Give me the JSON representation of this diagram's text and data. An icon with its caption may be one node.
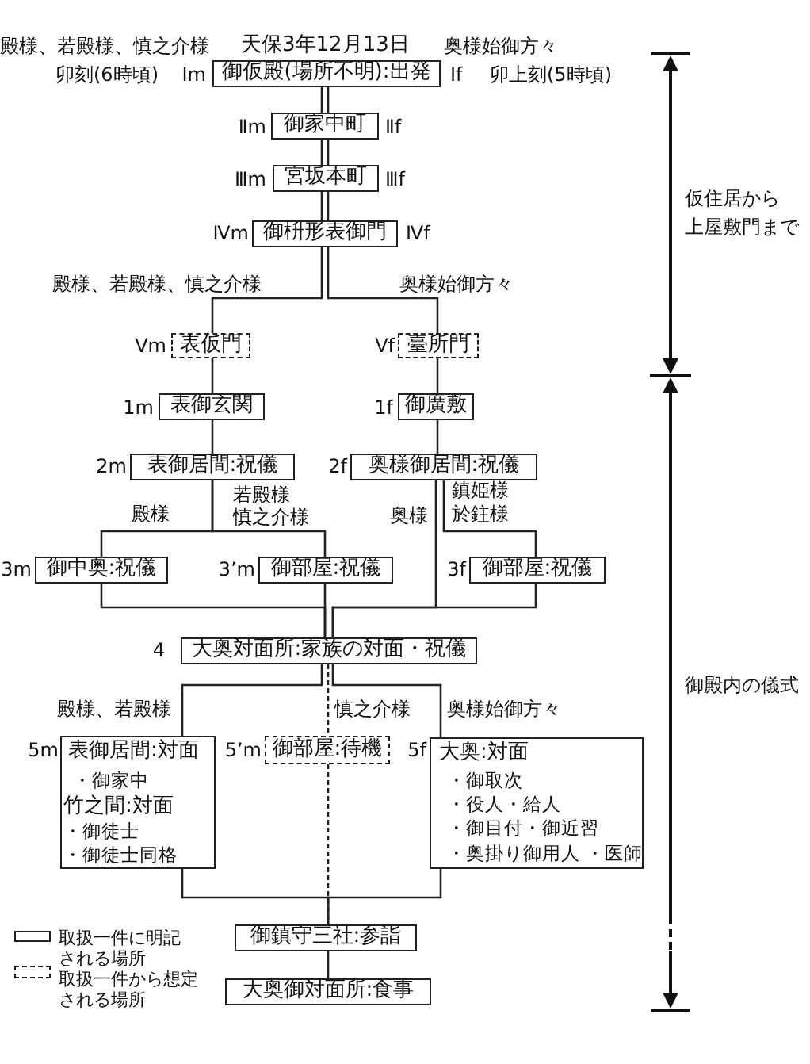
{
  "diagram": {
    "nodes": [
      {
        "text": [
          "御仮殿(場所不明):出発"
        ],
        "beside": [
          "卯刻(6時頃)",
          "Ⅰm",
          "Ⅰf",
          "卯上刻(5時頃)"
        ]
      },
      {
        "text": [
          "御家中町"
        ],
        "beside": [
          "Ⅱm",
          "Ⅱf"
        ]
      },
      {
        "text": [
          "宮坂本町"
        ],
        "beside": [
          "Ⅲm",
          "Ⅲf"
        ]
      },
      {
        "text": [
          "御枡形表御門"
        ],
        "beside": [
          "Ⅳm",
          "Ⅳf"
        ]
      },
      {
        "text": [
          "表仮門"
        ],
        "beside": [
          "Ⅴm"
        ]
      },
      {
        "text": [
          "臺所門"
        ],
        "beside": [
          "Ⅴf"
        ]
      },
      {
        "text": [
          "表御玄関"
        ],
        "beside": [
          "1m"
        ]
      },
      {
        "text": [
          "御廣敷"
        ],
        "beside": [
          "1f"
        ]
      },
      {
        "text": [
          "表御居間:祝儀"
        ],
        "beside": [
          "2m"
        ]
      },
      {
        "text": [
          "奥様御居間:祝儀"
        ],
        "beside": [
          "2f"
        ]
      },
      {
        "text": [
          "御中奥:祝儀"
        ],
        "beside": [
          "3m"
        ]
      },
      {
        "text": [
          "御部屋:祝儀"
        ],
        "beside": [
          "3’m"
        ]
      },
      {
        "text": [
          "御部屋:祝儀"
        ],
        "beside": [
          "3f"
        ]
      },
      {
        "text": [
          "大奥対面所:家族の対面・祝儀"
        ],
        "beside": [
          "4"
        ]
      },
      {
        "text": [
          "表御居間:対面",
          "・御家中",
          "竹之間:対面",
          "・御徒士",
          "・御徒士同格"
        ],
        "beside": [
          "5m"
        ]
      },
      {
        "text": [
          "御部屋:待機"
        ],
        "beside": [
          "5’m"
        ]
      },
      {
        "text": [
          "大奥:対面",
          "・御取次",
          "・役人・給人",
          "・御目付・御近習",
          "・奥掛り御用人 ・医師"
        ],
        "beside": [
          "5f"
        ]
      },
      {
        "text": [
          "御鎮守三社:参詣"
        ]
      },
      {
        "text": [
          "大奥御対面所:食事"
        ]
      }
    ],
    "edges": [
      {
        "from": 0,
        "to": 1,
        "arrow": "none"
      },
      {
        "from": 0,
        "to": 1,
        "arrow": "none"
      },
      {
        "from": 1,
        "to": 2,
        "arrow": "none"
      },
      {
        "from": 1,
        "to": 2,
        "arrow": "none"
      },
      {
        "from": 2,
        "to": 3,
        "arrow": "none"
      },
      {
        "from": 2,
        "to": 3,
        "arrow": "none"
      },
      {
        "from": 3,
        "to": 4,
        "arrow": "none",
        "label": "殿様、若殿様、慎之介様"
      },
      {
        "from": 3,
        "to": 5,
        "arrow": "none",
        "label": "奥様始御方々"
      },
      {
        "from": 4,
        "to": 6,
        "arrow": "none"
      },
      {
        "from": 5,
        "to": 7,
        "arrow": "none"
      },
      {
        "from": 6,
        "to": 8,
        "arrow": "none"
      },
      {
        "from": 7,
        "to": 9,
        "arrow": "none"
      },
      {
        "from": 8,
        "to": 10,
        "arrow": "none",
        "label": "殿様"
      },
      {
        "from": 8,
        "to": 11,
        "arrow": "none",
        "label": "若殿様慎之介様"
      },
      {
        "from": 9,
        "to": 13,
        "arrow": "none",
        "label": "奥様"
      },
      {
        "from": 9,
        "to": 12,
        "arrow": "none",
        "label": "鎮姫様於鉒様"
      },
      {
        "from": 10,
        "to": 13,
        "arrow": "none"
      },
      {
        "from": 11,
        "to": 13,
        "arrow": "none"
      },
      {
        "from": 12,
        "to": 13,
        "arrow": "none"
      },
      {
        "from": 13,
        "to": 14,
        "arrow": "none",
        "label": "殿様、若殿様"
      },
      {
        "from": 13,
        "to": 15,
        "arrow": "none",
        "label": "慎之介様",
        "style": "dashed"
      },
      {
        "from": 13,
        "to": 16,
        "arrow": "none",
        "label": "奥様始御方々"
      },
      {
        "from": 14,
        "to": 17,
        "arrow": "none"
      },
      {
        "from": 15,
        "to": 17,
        "arrow": "none",
        "style": "dashed"
      },
      {
        "from": 16,
        "to": 17,
        "arrow": "none"
      },
      {
        "from": 17,
        "to": 18,
        "arrow": "none"
      }
    ],
    "labels": [
      "殿様、若殿様、慎之介様",
      "天保3年12月13日",
      "奥様始御方々",
      "仮住居から上屋敷門まで",
      "御殿内の儀式"
    ],
    "legend": [
      {
        "text": "取扱一件に明記される場所"
      },
      {
        "text": "取扱一件から想定される場所"
      }
    ]
  }
}
